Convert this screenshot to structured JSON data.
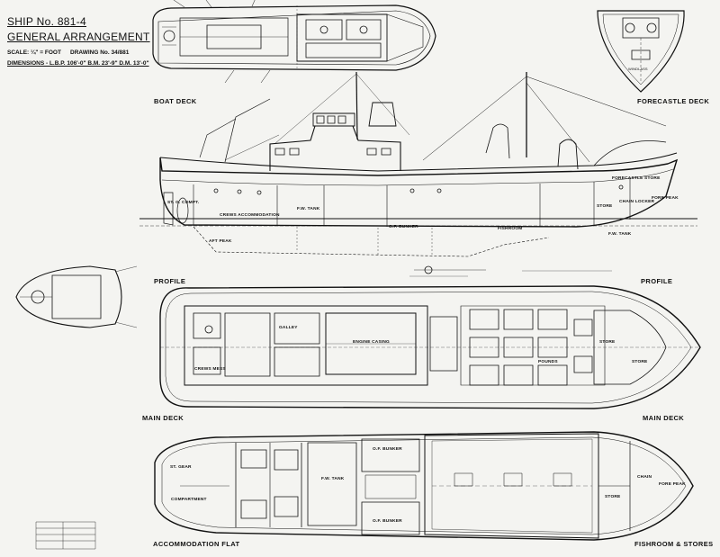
{
  "title_block": {
    "ship_no": "SHIP No. 881-4",
    "title": "GENERAL ARRANGEMENT",
    "scale": "SCALE: ¼\" = FOOT",
    "drawing_no": "DRAWING No. 34/881",
    "dimensions": "DIMENSIONS - L.B.P. 106'-0\"  B.M. 23'-9\"  D.M. 13'-0\""
  },
  "view_titles": {
    "boat_deck": "BOAT DECK",
    "forecastle_deck": "FORECASTLE DECK",
    "profile_left": "PROFILE",
    "profile_right": "PROFILE",
    "main_deck_left": "MAIN DECK",
    "main_deck_right": "MAIN DECK",
    "accommodation_flat": "ACCOMMODATION FLAT",
    "fishroom_stores": "FISHROOM & STORES"
  },
  "profile_labels": {
    "st_g_compt": "ST. G. COMPT.",
    "crews_accommodation": "CREWS ACCOMMODATION",
    "fw_tank": "F.W. TANK",
    "of_bunker": "O.F. BUNKER",
    "fishroom": "FISHROOM",
    "forecastle_store": "FORECASTLE STORE",
    "store": "STORE",
    "chain_locker": "CHAIN LOCKER",
    "fore_peak": "FORE PEAK",
    "fw_tank_fwd": "F.W. TANK",
    "aft_peak": "AFT PEAK"
  },
  "main_deck_labels": {
    "galley": "GALLEY",
    "engine_casing": "ENGINE CASING",
    "crews_mess": "CREWS MESS",
    "pounds": "POUNDS",
    "store": "STORE",
    "fwd_stores": "STORE"
  },
  "accommodation_labels": {
    "st_gear": "ST. GEAR",
    "compartment": "COMPARTMENT",
    "fw_tank": "F.W. TANK",
    "of_bunker_top": "O.F. BUNKER",
    "of_bunker_bottom": "O.F. BUNKER",
    "fore_peak": "FORE PEAK",
    "store": "STORE",
    "chain": "CHAIN"
  },
  "forecastle_labels": {
    "windlass": "WINDLASS"
  },
  "colors": {
    "paper": "#f4f4f1",
    "ink": "#111111"
  }
}
